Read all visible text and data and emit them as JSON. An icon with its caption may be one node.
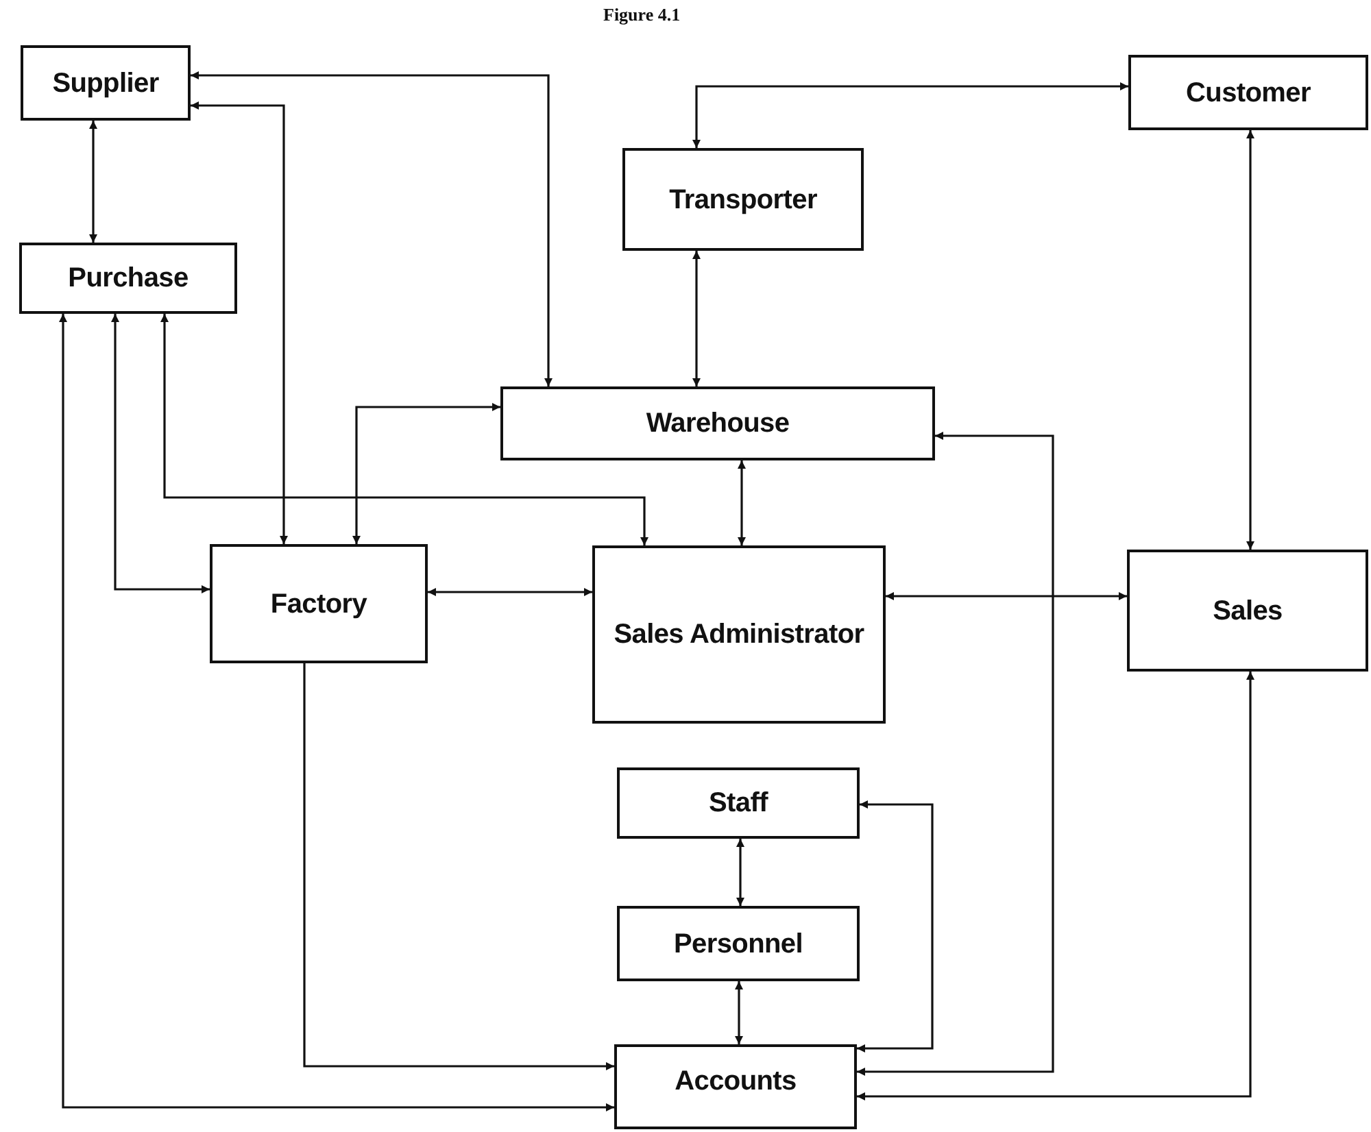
{
  "diagram": {
    "title": "Figure 4.1",
    "nodes": [
      {
        "text": [
          "Supplier"
        ]
      },
      {
        "text": [
          "Customer"
        ]
      },
      {
        "text": [
          "Transporter"
        ]
      },
      {
        "text": [
          "Purchase"
        ]
      },
      {
        "text": [
          "Warehouse"
        ]
      },
      {
        "text": [
          "Factory"
        ]
      },
      {
        "text": [
          "Sales Administrator"
        ]
      },
      {
        "text": [
          "Sales"
        ]
      },
      {
        "text": [
          "Staff"
        ]
      },
      {
        "text": [
          "Personnel"
        ]
      },
      {
        "text": [
          "Accounts"
        ]
      }
    ],
    "edges": [
      {
        "from": 4,
        "to": 0,
        "arrow": "both"
      },
      {
        "from": 5,
        "to": 0,
        "arrow": "both"
      },
      {
        "from": 0,
        "to": 3,
        "arrow": "both"
      },
      {
        "from": 10,
        "to": 3,
        "arrow": "both"
      },
      {
        "from": 3,
        "to": 5,
        "arrow": "both"
      },
      {
        "from": 3,
        "to": 6,
        "arrow": "both"
      },
      {
        "from": 4,
        "to": 5,
        "arrow": "both"
      },
      {
        "from": 5,
        "to": 6,
        "arrow": "both"
      },
      {
        "from": 2,
        "to": 4,
        "arrow": "both"
      },
      {
        "from": 1,
        "to": 2,
        "arrow": "both"
      },
      {
        "from": 4,
        "to": 6,
        "arrow": "both"
      },
      {
        "from": 6,
        "to": 7,
        "arrow": "both"
      },
      {
        "from": 1,
        "to": 7,
        "arrow": "both"
      },
      {
        "from": 8,
        "to": 9,
        "arrow": "both"
      },
      {
        "from": 9,
        "to": 10,
        "arrow": "both"
      },
      {
        "from": 5,
        "to": 10,
        "arrow": "to"
      },
      {
        "from": 10,
        "to": 8,
        "arrow": "both"
      },
      {
        "from": 10,
        "to": 4,
        "arrow": "both"
      },
      {
        "from": 10,
        "to": 7,
        "arrow": "both"
      }
    ]
  }
}
